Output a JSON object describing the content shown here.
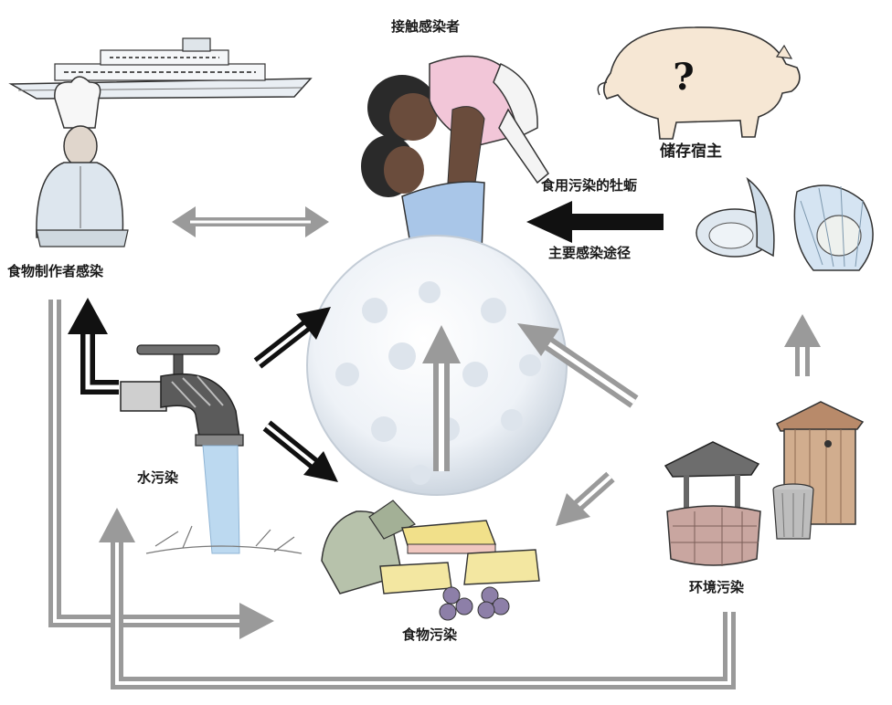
{
  "labels": {
    "contact": "接触感染者",
    "storage_host": "储存宿主",
    "oyster": "食用污染的牡蛎",
    "main_route": "主要感染途径",
    "food_handler": "食物制作者感染",
    "water": "水污染",
    "environment": "环境污染",
    "food": "食物污染"
  },
  "icons": {
    "pig_mark": "?"
  },
  "colors": {
    "black_arrow": "#111111",
    "gray_arrow": "#9a9a9a",
    "virus": "#eef2f7",
    "shirt_blue": "#a9c6e8",
    "water_blue": "#bcd9f0"
  }
}
